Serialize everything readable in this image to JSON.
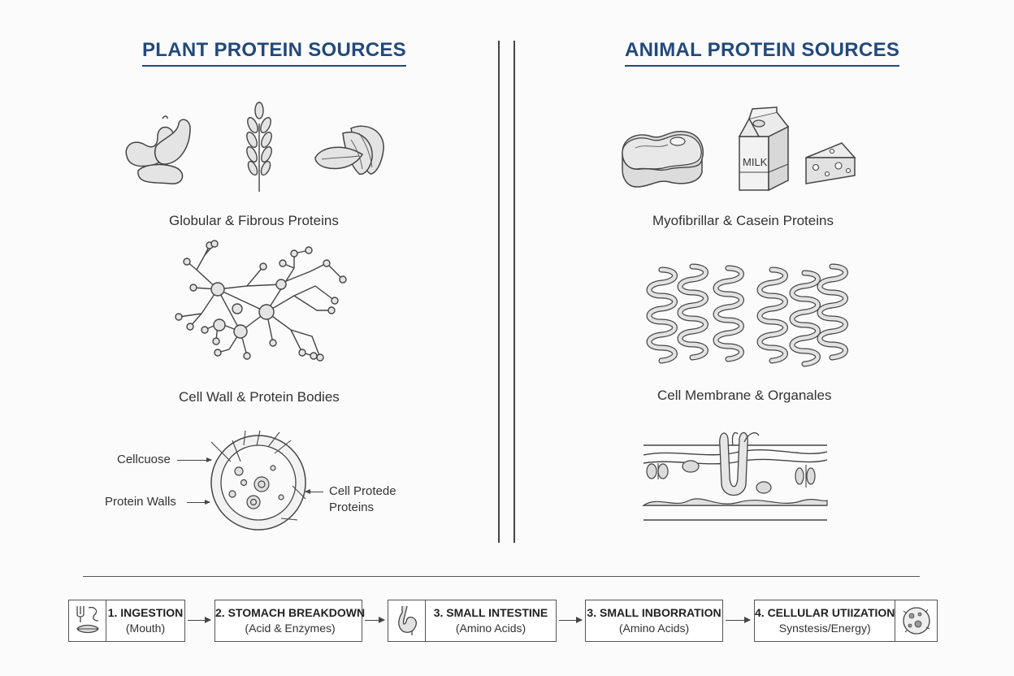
{
  "plant": {
    "heading": "PLANT PROTEIN SOURCES",
    "caption_1": "Globular & Fibrous Proteins",
    "caption_2": "Cell Wall & Protein Bodies",
    "cell_labels": {
      "cellulose": "Cellcuose",
      "protein_walls": "Protein Walls",
      "cell_protein_line1": "Cell Protede",
      "cell_protein_line2": "Proteins"
    },
    "icons": [
      "beans-icon",
      "wheat-icon",
      "almonds-icon"
    ]
  },
  "animal": {
    "heading": "ANIMAL PROTEIN SOURCES",
    "caption_1": "Myofibrillar & Casein Proteins",
    "caption_2": "Cell Membrane & Organales",
    "milk_label": "MILK",
    "icons": [
      "steak-icon",
      "milk-carton-icon",
      "cheese-icon"
    ]
  },
  "flow": [
    {
      "title": "1. INGESTION",
      "sub": "(Mouth)",
      "icon": "utensils-mouth-icon"
    },
    {
      "title": "2. STOMACH BREAKDOWN",
      "sub": "(Acid & Enzymes)",
      "icon": ""
    },
    {
      "title": "3. SMALL INTESTINE",
      "sub": "(Amino Acids)",
      "icon": "stomach-icon"
    },
    {
      "title": "3. SMALL INBORRATION",
      "sub": "(Amino Acids)",
      "icon": ""
    },
    {
      "title": "4. CELLULAR UTIIZATION",
      "sub": "Synstesis/Energy)",
      "icon": "cell-icon"
    }
  ],
  "colors": {
    "heading": "#23497a",
    "line": "#444444",
    "fill": "#e6e6e6"
  }
}
